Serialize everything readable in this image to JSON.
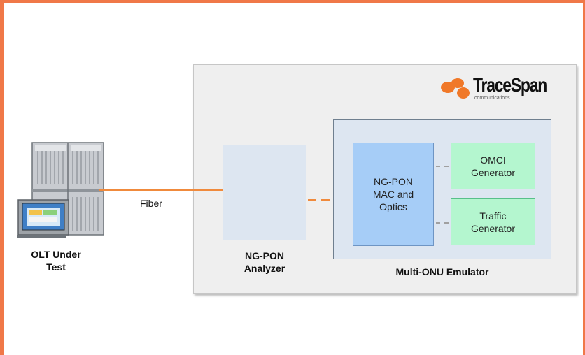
{
  "diagram": {
    "olt_label": "OLT Under\nTest",
    "fiber_label": "Fiber",
    "analyzer_label": "NG-PON\nAnalyzer",
    "emulator_label": "Multi-ONU Emulator",
    "mac_label": "NG-PON\nMAC and\nOptics",
    "omci_label": "OMCI\nGenerator",
    "traffic_label": "Traffic\nGenerator"
  },
  "logo": {
    "name": "TraceSpan",
    "sub": "communications"
  },
  "colors": {
    "accent_orange": "#f07848",
    "fiber": "#f08a3c",
    "analyzer_fill": "#dde6f1",
    "mac_fill": "#a6cdf7",
    "generator_fill": "#b4f6cf",
    "panel_fill": "#efefef"
  },
  "icons": [
    "olt-rack-icon",
    "tracespan-logo-icon"
  ]
}
